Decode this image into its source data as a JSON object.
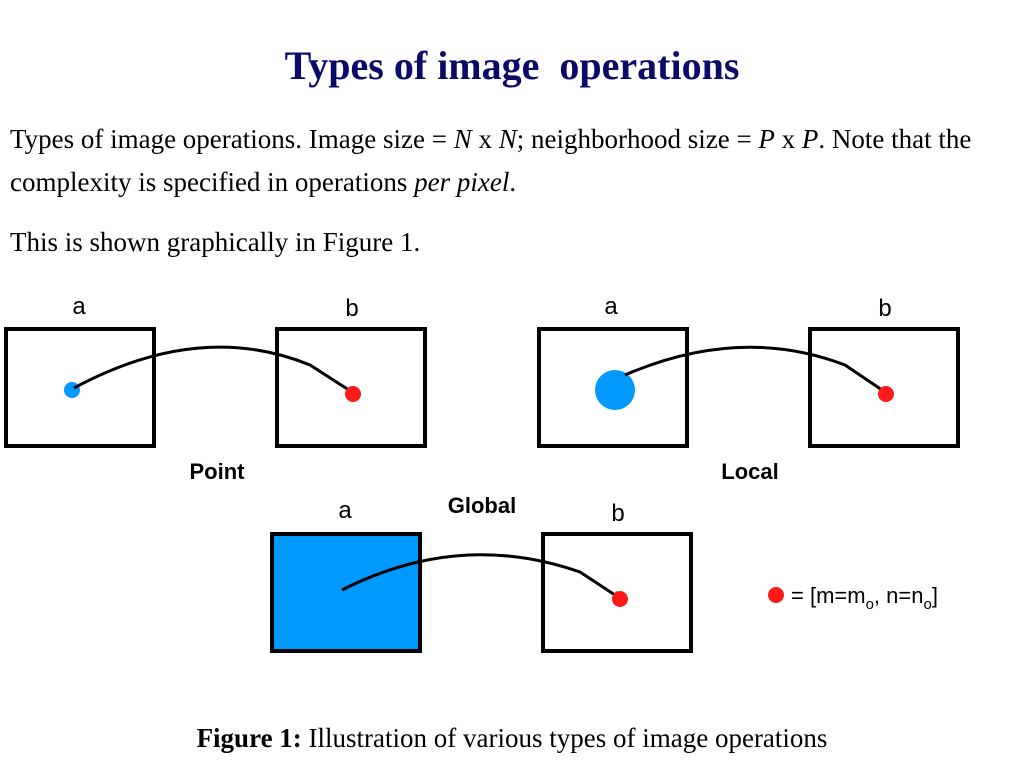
{
  "slide": {
    "title": "Types of image  operations",
    "paragraph1": {
      "t1": "Types of image operations. Image size = ",
      "v1": "N",
      "t2": " x ",
      "v2": "N",
      "t3": "; neighborhood size = ",
      "v3": "P",
      "t4": " x ",
      "v4": "P",
      "t5": ". Note that the complexity is specified in operations ",
      "em": "per pixel",
      "t6": "."
    },
    "paragraph2": "This is shown graphically in Figure 1.",
    "caption": {
      "bold": "Figure 1:",
      "text": " Illustration of various types of image operations"
    }
  },
  "diagram": {
    "colors": {
      "source": "#0099ff",
      "target": "#ff1a1a",
      "stroke": "#000000"
    },
    "panels": {
      "point": {
        "label": "Point",
        "a": "a",
        "b": "b"
      },
      "local": {
        "label": "Local",
        "a": "a",
        "b": "b"
      },
      "global": {
        "label": "Global",
        "a": "a",
        "b": "b"
      }
    },
    "legend": {
      "m": "= [m=m",
      "m_sub": "o",
      "n": ", n=n",
      "n_sub": "o",
      "close": "]"
    }
  }
}
